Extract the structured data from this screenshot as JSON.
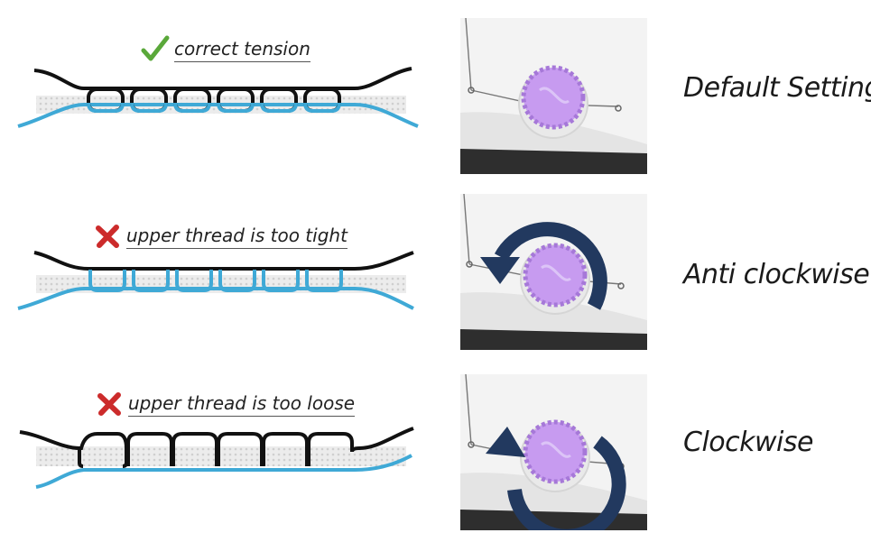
{
  "rows": [
    {
      "caption": "correct tension",
      "status_icon": "check-icon",
      "setting": "Default Setting",
      "rotation": "none"
    },
    {
      "caption": "upper thread is too tight",
      "status_icon": "cross-icon",
      "setting": "Anti clockwise",
      "rotation": "anticlockwise"
    },
    {
      "caption": "upper thread is too loose",
      "status_icon": "cross-icon",
      "setting": "Clockwise",
      "rotation": "clockwise"
    }
  ],
  "colors": {
    "upper_thread": "#111111",
    "bobbin_thread": "#3fa9d6",
    "fabric": "#e6e6e6",
    "knob": "#c79bf0",
    "arrow": "#22395f",
    "check": "#5aa83a",
    "cross": "#cc2b2b"
  }
}
